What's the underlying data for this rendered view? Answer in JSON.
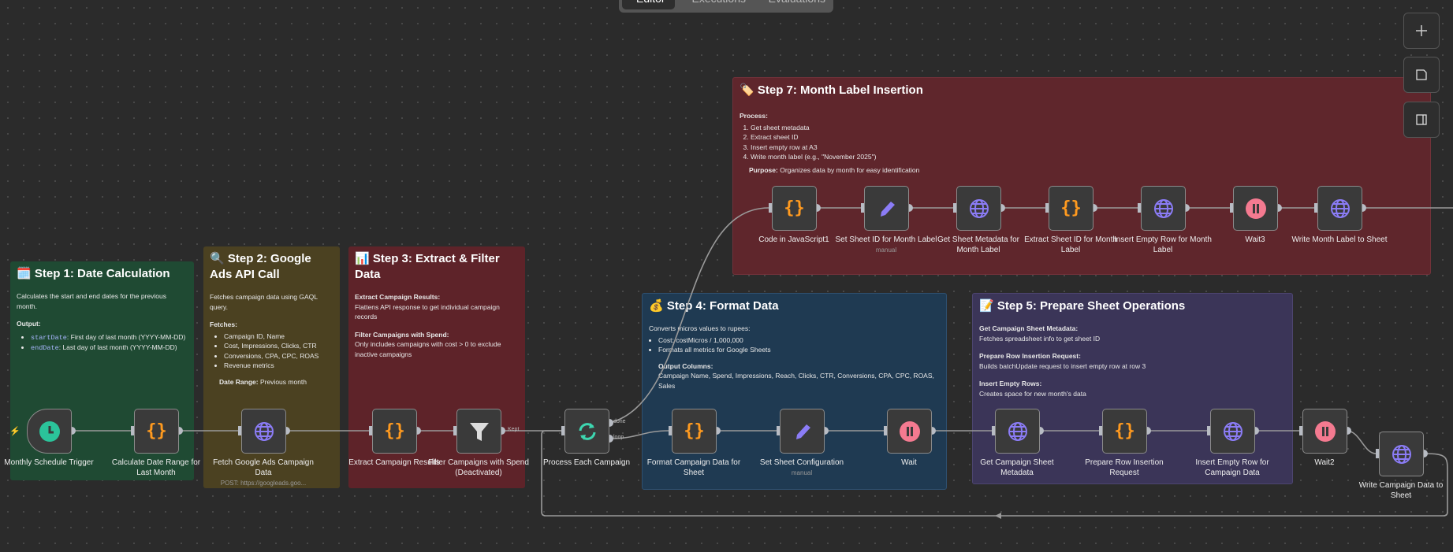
{
  "tabs": [
    "Editor",
    "Executions",
    "Evaluations"
  ],
  "toolbar": {
    "add": "plus-icon",
    "sticky": "sticky-note-icon",
    "panel": "panel-icon"
  },
  "colors": {
    "step1": "#1f4a33",
    "step2": "#4b4121",
    "step3": "#5e2329",
    "step4": "#1f3a52",
    "step5": "#3b3558",
    "step7": "#5f262c",
    "code": "#ff9a1f",
    "http": "#8b7cf6",
    "wait": "#f47a90",
    "trigger": "#2bc39a"
  },
  "stickies": {
    "step1": {
      "icon": "🗓️",
      "title": "Step 1: Date Calculation",
      "desc": "Calculates the start and end dates for the previous month.",
      "output_label": "Output:",
      "bullets": [
        {
          "code": "startDate",
          "text": ": First day of last month (YYYY-MM-DD)"
        },
        {
          "code": "endDate",
          "text": ": Last day of last month (YYYY-MM-DD)"
        }
      ]
    },
    "step2": {
      "icon": "🔍",
      "title": "Step 2: Google Ads API Call",
      "desc": "Fetches campaign data using GAQL query.",
      "fetches_label": "Fetches:",
      "bullets": [
        "Campaign ID, Name",
        "Cost, Impressions, Clicks, CTR",
        "Conversions, CPA, CPC, ROAS",
        "Revenue metrics"
      ],
      "range_label": "Date Range:",
      "range_value": " Previous month"
    },
    "step3": {
      "icon": "📊",
      "title": "Step 3: Extract & Filter Data",
      "h1": "Extract Campaign Results:",
      "t1": "Flattens API response to get individual campaign records",
      "h2": "Filter Campaigns with Spend:",
      "t2": "Only includes campaigns with cost > 0 to exclude inactive campaigns"
    },
    "step4": {
      "icon": "💰",
      "title": "Step 4: Format Data",
      "desc": "Converts micros values to rupees:",
      "bullets": [
        "Cost: costMicros / 1,000,000",
        "Formats all metrics for Google Sheets"
      ],
      "cols_label": "Output Columns:",
      "cols": "Campaign Name, Spend, Impressions, Reach, Clicks, CTR, Conversions, CPA, CPC, ROAS, Sales"
    },
    "step5": {
      "icon": "📝",
      "title": "Step 5: Prepare Sheet Operations",
      "h1": "Get Campaign Sheet Metadata:",
      "t1": "Fetches spreadsheet info to get sheet ID",
      "h2": "Prepare Row Insertion Request:",
      "t2": "Builds batchUpdate request to insert empty row at row 3",
      "h3": "Insert Empty Rows:",
      "t3": "Creates space for new month's data"
    },
    "step7": {
      "icon": "🏷️",
      "title": "Step 7: Month Label Insertion",
      "process_label": "Process:",
      "items": [
        "Get sheet metadata",
        "Extract sheet ID",
        "Insert empty row at A3",
        "Write month label (e.g., \"November 2025\")"
      ],
      "purpose_label": "Purpose:",
      "purpose": " Organizes data by month for easy identification"
    }
  },
  "nodes": [
    {
      "id": "trigger",
      "label": "Monthly Schedule Trigger",
      "icon": "clock-icon"
    },
    {
      "id": "calc",
      "label": "Calculate Date Range for Last Month",
      "icon": "code-icon"
    },
    {
      "id": "fetch",
      "label": "Fetch Google Ads Campaign Data",
      "sub": "POST: https://googleads.goo...",
      "icon": "globe-icon"
    },
    {
      "id": "extract",
      "label": "Extract Campaign Results",
      "icon": "code-icon"
    },
    {
      "id": "filter",
      "label": "Filter Campaigns with Spend (Deactivated)",
      "icon": "filter-icon"
    },
    {
      "id": "process",
      "label": "Process Each Campaign",
      "icon": "loop-icon"
    },
    {
      "id": "format",
      "label": "Format Campaign Data for Sheet",
      "icon": "code-icon"
    },
    {
      "id": "setcfg",
      "label": "Set Sheet Configuration",
      "sub": "manual",
      "icon": "pencil-icon"
    },
    {
      "id": "wait",
      "label": "Wait",
      "icon": "pause-icon"
    },
    {
      "id": "getmeta",
      "label": "Get Campaign Sheet Metadata",
      "icon": "globe-icon"
    },
    {
      "id": "prepare",
      "label": "Prepare Row Insertion Request",
      "icon": "code-icon"
    },
    {
      "id": "insert",
      "label": "Insert Empty Row for Campaign Data",
      "icon": "globe-icon"
    },
    {
      "id": "wait2",
      "label": "Wait2",
      "icon": "pause-icon"
    },
    {
      "id": "write",
      "label": "Write Campaign Data to Sheet",
      "icon": "globe-icon"
    },
    {
      "id": "code1",
      "label": "Code in JavaScript1",
      "icon": "code-icon"
    },
    {
      "id": "setid",
      "label": "Set Sheet ID for Month Label",
      "sub": "manual",
      "icon": "pencil-icon"
    },
    {
      "id": "getmeta7",
      "label": "Get Sheet Metadata for Month Label",
      "icon": "globe-icon"
    },
    {
      "id": "extract7",
      "label": "Extract Sheet ID for Month Label",
      "icon": "code-icon"
    },
    {
      "id": "insert7",
      "label": "Insert Empty Row for Month Label",
      "icon": "globe-icon"
    },
    {
      "id": "wait3",
      "label": "Wait3",
      "icon": "pause-icon"
    },
    {
      "id": "write7",
      "label": "Write Month Label to Sheet",
      "icon": "globe-icon"
    }
  ],
  "port_labels": {
    "kept": "Kept",
    "done": "done",
    "loop": "loop"
  }
}
